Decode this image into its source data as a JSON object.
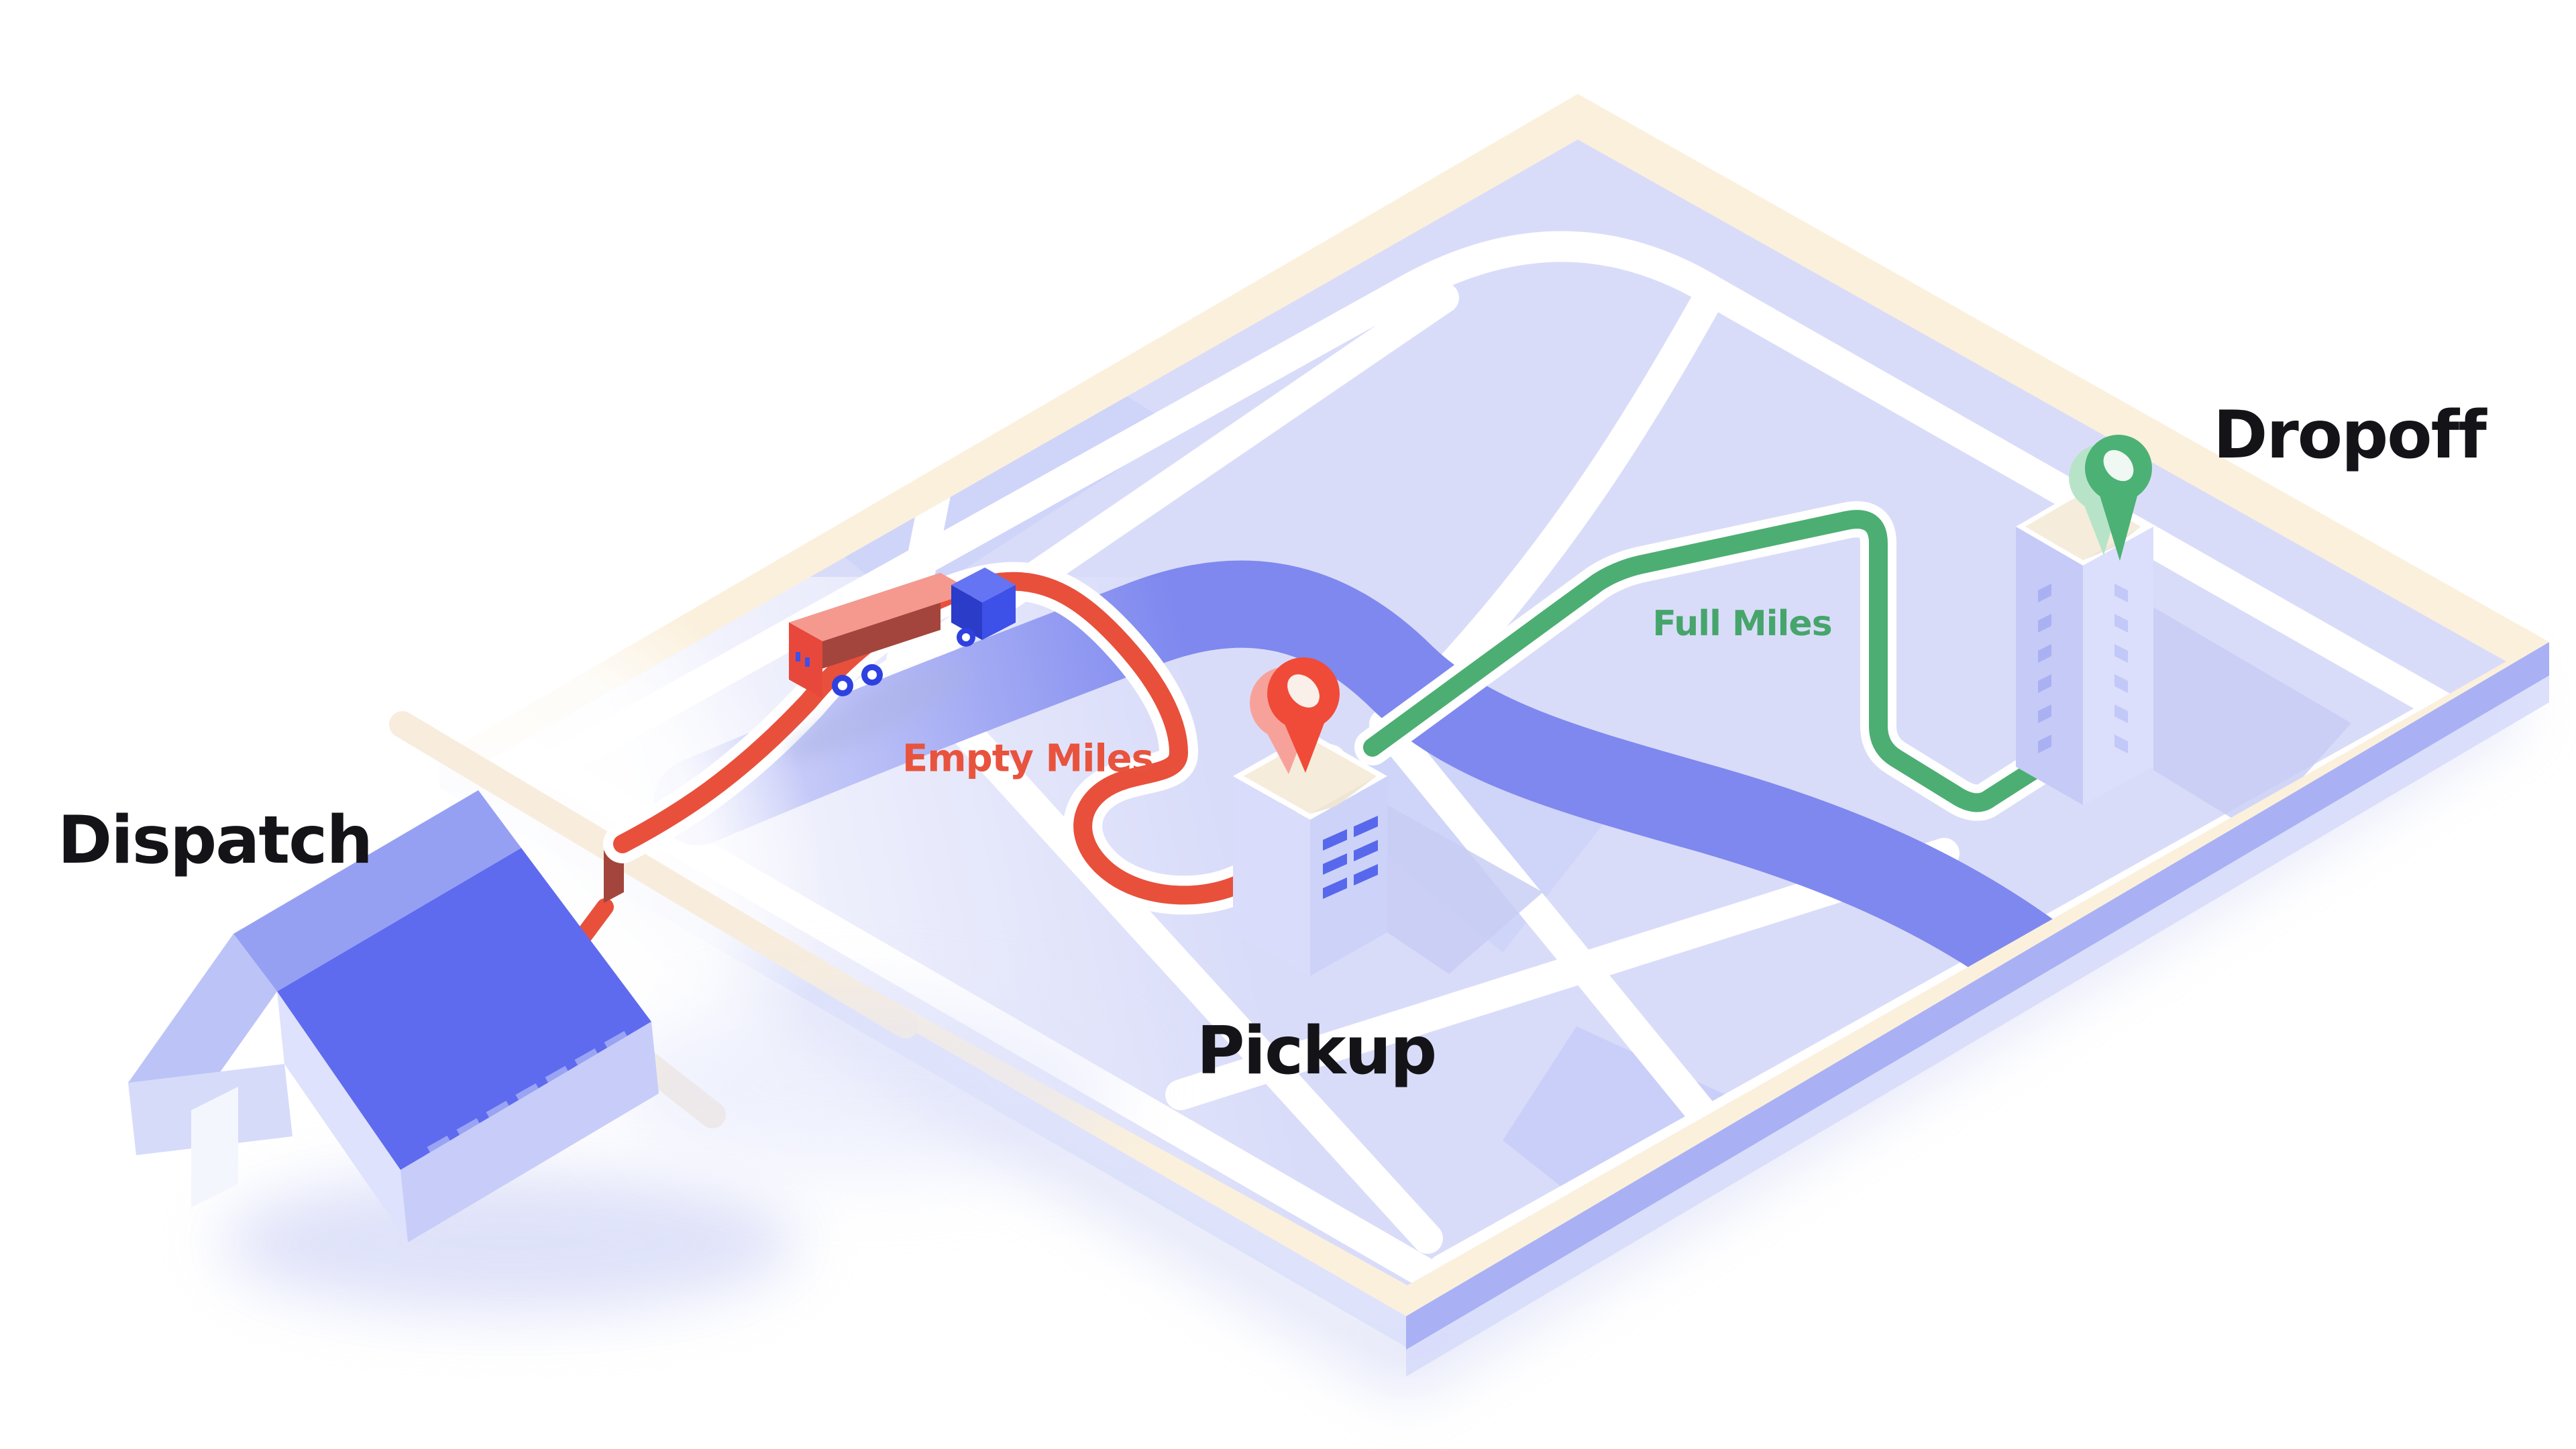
{
  "labels": {
    "dispatch": "Dispatch",
    "pickup": "Pickup",
    "dropoff": "Dropoff"
  },
  "routes": {
    "empty_label": "Empty Miles",
    "empty_color": "#E8503C",
    "full_label": "Full Miles",
    "full_color": "#4CAE73"
  },
  "map": {
    "surface_color": "#D9DCF9",
    "border_color": "#FBF0DC",
    "road_color": "#FFFFFF",
    "cream_road_color": "#F8EDDD",
    "river_color": "#7E88EF"
  },
  "markers": {
    "pickup_pin_icon": "red-map-pin",
    "pickup_pin_color": "#F04B38",
    "dropoff_pin_icon": "green-map-pin",
    "dropoff_pin_color": "#4CB175"
  },
  "vehicles": {
    "truck_icon": "semi-truck",
    "truck_cab_color": "#3D50E8",
    "truck_trailer_side_color": "#A3453C",
    "truck_trailer_top_color": "#F5998F"
  },
  "buildings": {
    "dispatch_icon": "warehouse",
    "dispatch_roof_color": "#5E6BEF",
    "pickup_icon": "depot-building",
    "dropoff_icon": "tower-building",
    "wall_color": "#D9DCFA"
  }
}
